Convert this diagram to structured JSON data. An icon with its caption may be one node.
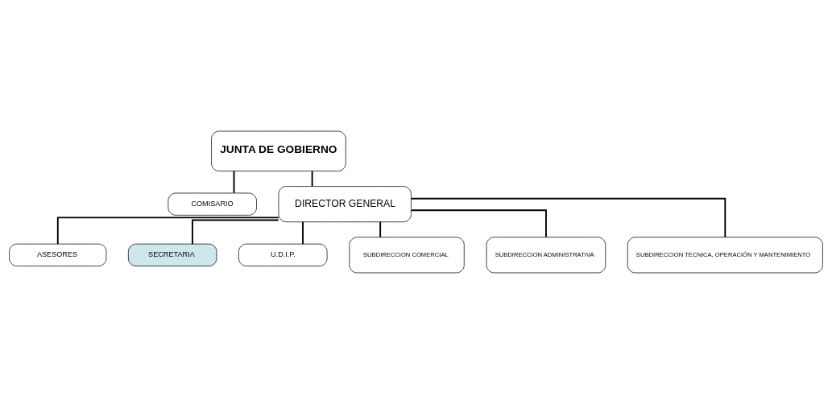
{
  "diagram": {
    "nodes": [
      {
        "text": [
          "JUNTA DE GOBIERNO"
        ]
      },
      {
        "text": [
          "COMISARIO"
        ]
      },
      {
        "text": [
          "DIRECTOR GENERAL"
        ]
      },
      {
        "text": [
          "ASESORES"
        ]
      },
      {
        "text": [
          "SECRETARIA"
        ]
      },
      {
        "text": [
          "U.D.I.P."
        ]
      },
      {
        "text": [
          "SUBDIRECCION COMERCIAL"
        ]
      },
      {
        "text": [
          "SUBDIRECCION ADMINISTRATIVA"
        ]
      },
      {
        "text": [
          "SUBDIRECCION TECNICA, OPERACIÓN Y MANTENIMIENTO"
        ]
      }
    ],
    "edges": [
      {
        "from": 0,
        "to": 2,
        "arrow": "none"
      },
      {
        "from": 0,
        "to": 1,
        "arrow": "none"
      },
      {
        "from": 2,
        "to": 3,
        "arrow": "none"
      },
      {
        "from": 2,
        "to": 4,
        "arrow": "none"
      },
      {
        "from": 2,
        "to": 5,
        "arrow": "none"
      },
      {
        "from": 2,
        "to": 6,
        "arrow": "none"
      },
      {
        "from": 2,
        "to": 7,
        "arrow": "none"
      },
      {
        "from": 2,
        "to": 8,
        "arrow": "none"
      }
    ]
  }
}
